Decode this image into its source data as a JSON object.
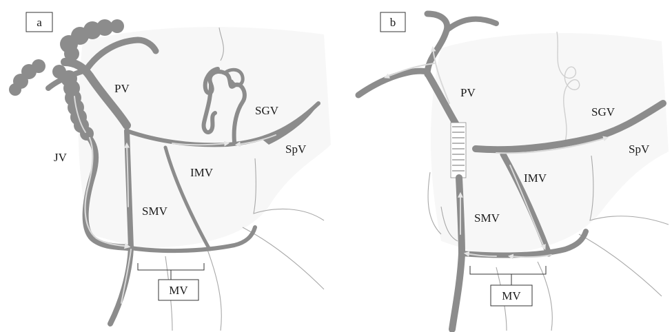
{
  "panels": [
    {
      "tag": "a",
      "labels": {
        "pv": "PV",
        "jv": "JV",
        "sgv": "SGV",
        "spv": "SpV",
        "imv": "IMV",
        "smv": "SMV",
        "mv": "MV"
      }
    },
    {
      "tag": "b",
      "labels": {
        "pv": "PV",
        "sgv": "SGV",
        "spv": "SpV",
        "imv": "IMV",
        "smv": "SMV",
        "mv": "MV"
      }
    }
  ],
  "colors": {
    "vein": "#8c8c8c",
    "flow": "#d9d9d9",
    "background": "#f7f7f7"
  }
}
